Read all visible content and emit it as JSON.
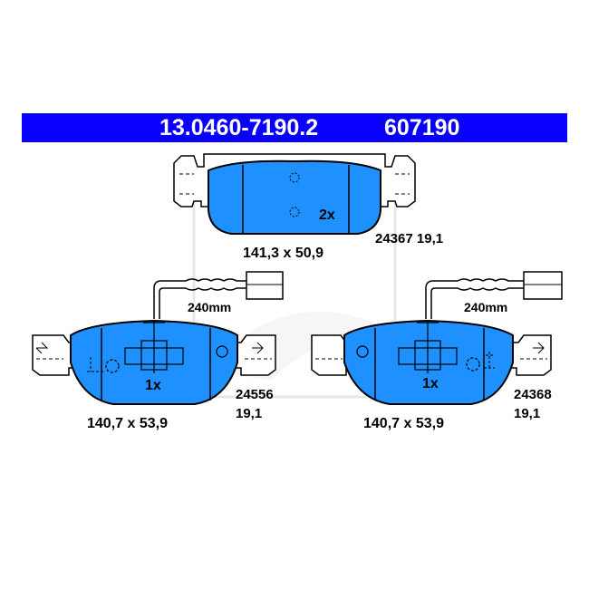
{
  "header": {
    "part_number": "13.0460-7190.2",
    "reference_number": "607190",
    "background": "#0a00ff"
  },
  "pad_color": "#1e90ff",
  "pads": {
    "top": {
      "quantity": "2x",
      "dimensions": "141,3 x 50,9",
      "wva": "24367 19,1"
    },
    "left": {
      "quantity": "1x",
      "dimensions": "140,7 x 53,9",
      "wva": "24556",
      "thickness": "19,1",
      "sensor_length": "240mm"
    },
    "right": {
      "quantity": "1x",
      "dimensions": "140,7 x 53,9",
      "wva": "24368",
      "thickness": "19,1",
      "sensor_length": "240mm"
    }
  }
}
